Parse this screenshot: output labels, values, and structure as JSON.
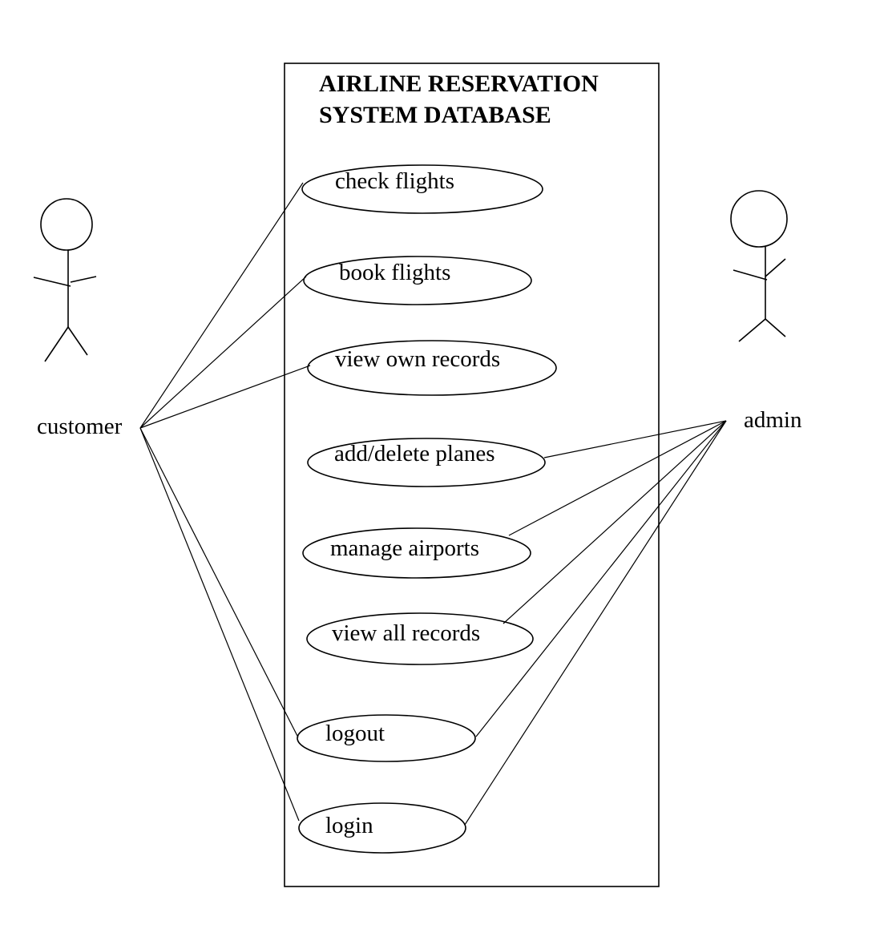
{
  "system": {
    "title_lines": [
      "AIRLINE RESERVATION",
      "SYSTEM DATABASE"
    ]
  },
  "actors": [
    {
      "id": "customer",
      "label": "customer"
    },
    {
      "id": "admin",
      "label": "admin"
    }
  ],
  "use_cases": [
    {
      "id": "check-flights",
      "label": "check flights"
    },
    {
      "id": "book-flights",
      "label": "book flights"
    },
    {
      "id": "view-own-records",
      "label": "view own records"
    },
    {
      "id": "add-delete-planes",
      "label": "add/delete planes"
    },
    {
      "id": "manage-airports",
      "label": "manage airports"
    },
    {
      "id": "view-all-records",
      "label": "view all records"
    },
    {
      "id": "logout",
      "label": "logout"
    },
    {
      "id": "login",
      "label": "login"
    }
  ],
  "associations": [
    {
      "actor": "customer",
      "use_case": "check-flights"
    },
    {
      "actor": "customer",
      "use_case": "book-flights"
    },
    {
      "actor": "customer",
      "use_case": "view-own-records"
    },
    {
      "actor": "customer",
      "use_case": "logout"
    },
    {
      "actor": "customer",
      "use_case": "login"
    },
    {
      "actor": "admin",
      "use_case": "add-delete-planes"
    },
    {
      "actor": "admin",
      "use_case": "manage-airports"
    },
    {
      "actor": "admin",
      "use_case": "view-all-records"
    },
    {
      "actor": "admin",
      "use_case": "logout"
    },
    {
      "actor": "admin",
      "use_case": "login"
    }
  ]
}
